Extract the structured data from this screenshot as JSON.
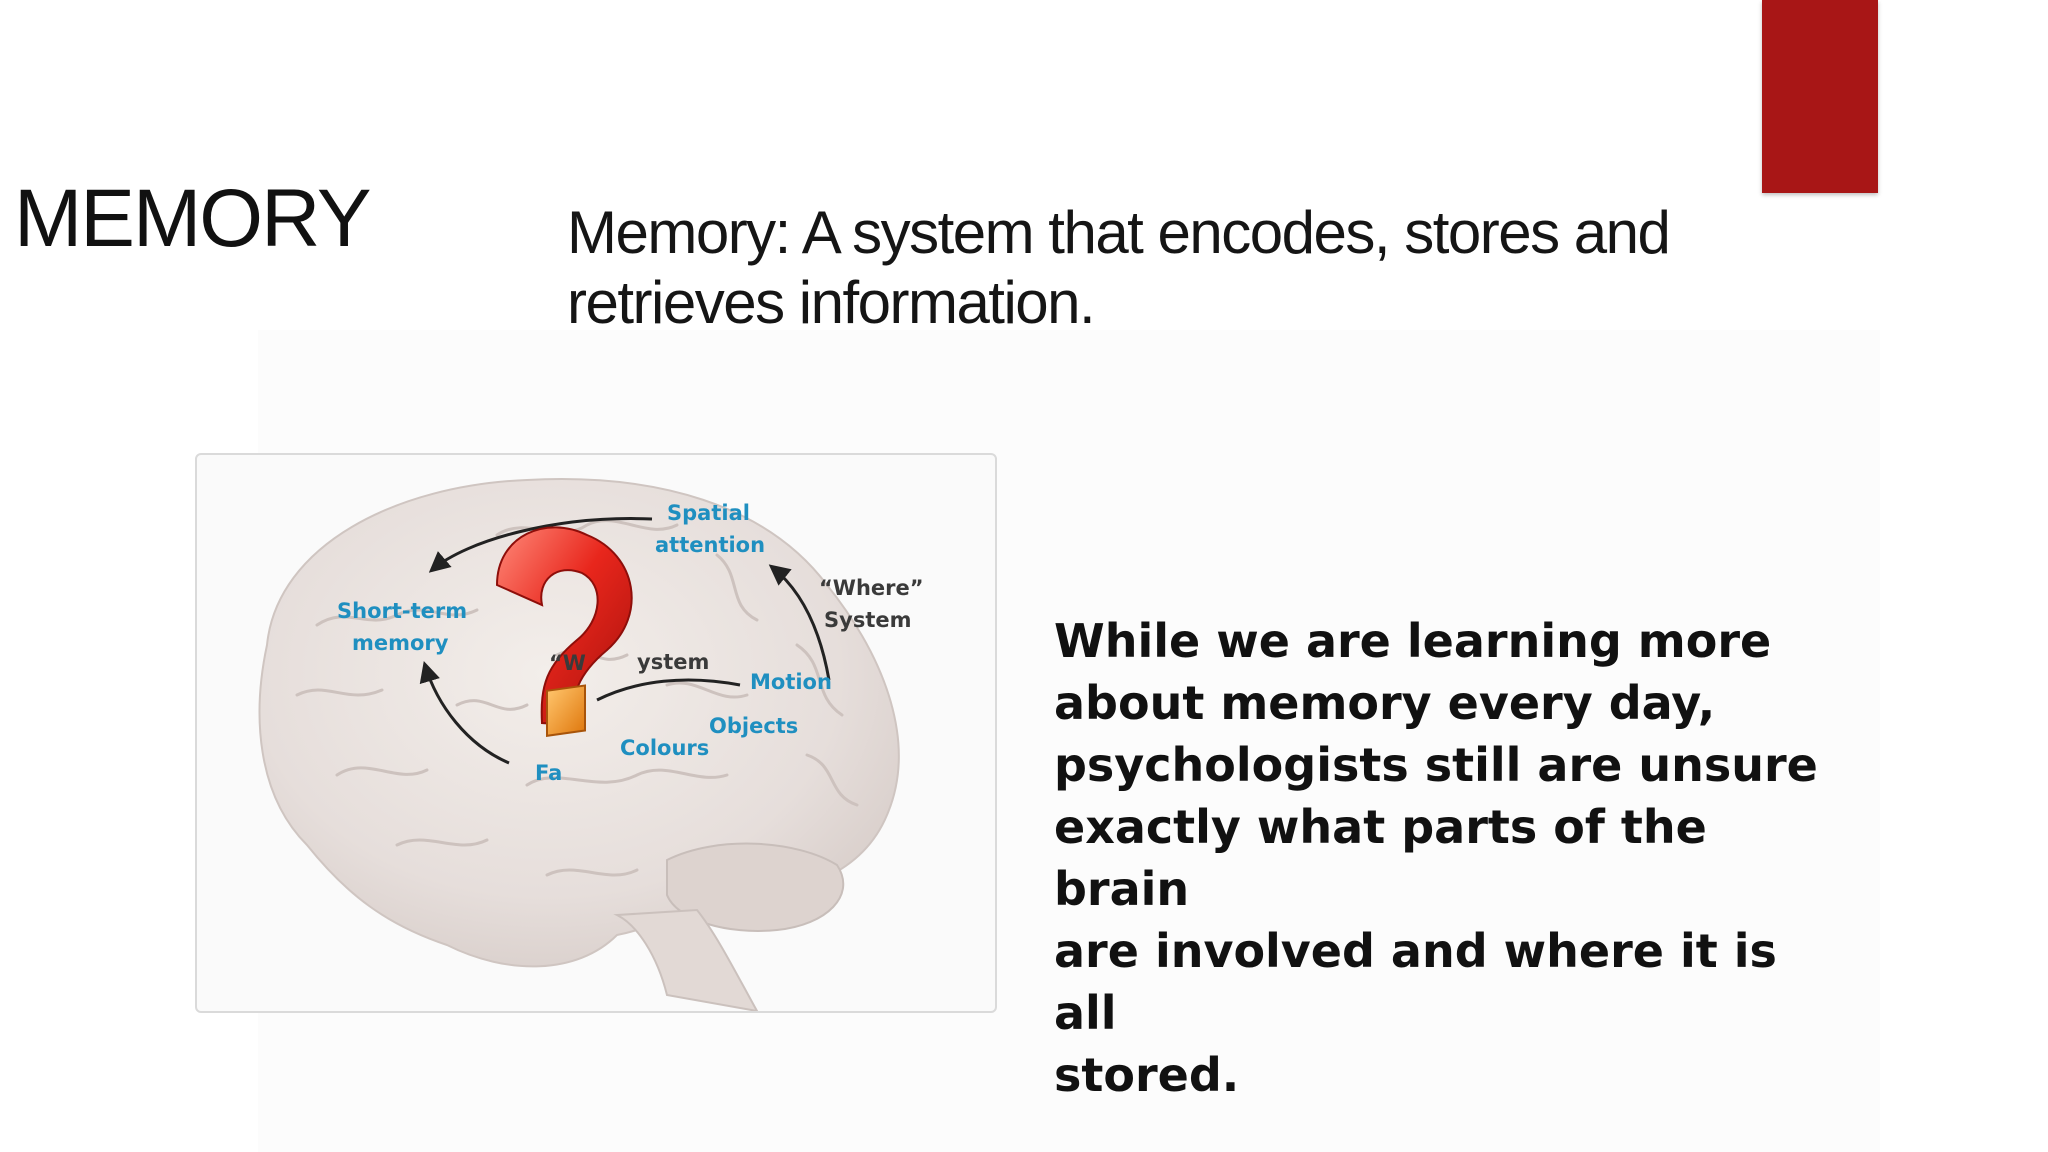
{
  "slide": {
    "title": "MEMORY",
    "definition_line1": "Memory: A system that encodes, stores and",
    "definition_line2": "retrieves information.",
    "body_lines": [
      "While we are learning more",
      "about memory every day,",
      "psychologists still are unsure",
      "exactly what parts of the brain",
      "are involved and where it is all",
      "stored."
    ],
    "accent_color": "#a81616"
  },
  "figure": {
    "labels": {
      "spatial_1": "Spatial",
      "spatial_2": "attention",
      "where_1": "“Where”",
      "where_2": "System",
      "short_term_1": "Short-term",
      "short_term_2": "memory",
      "what_left": "“W",
      "what_right": "ystem",
      "motion": "Motion",
      "objects": "Objects",
      "colours": "Colours",
      "faces": "Fa"
    },
    "icon": "question-mark-icon"
  }
}
